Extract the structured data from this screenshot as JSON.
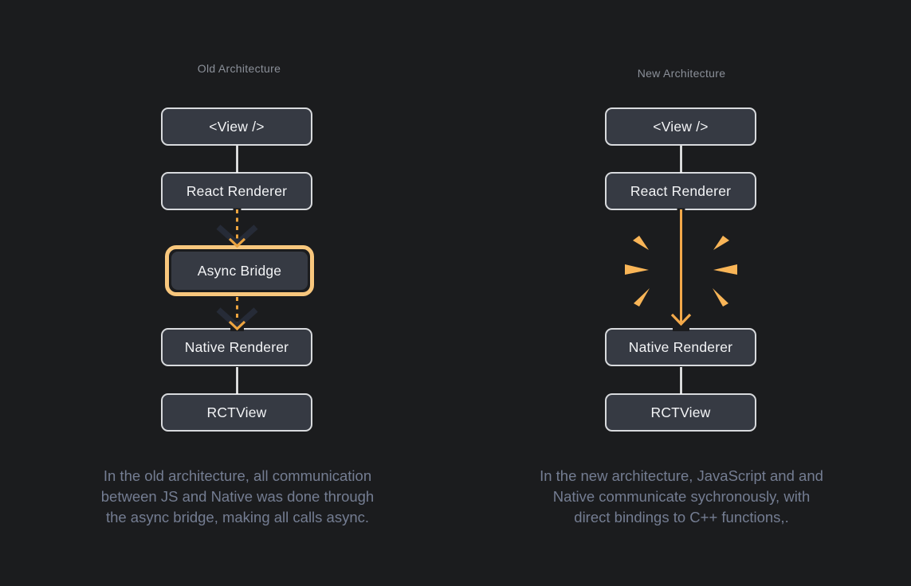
{
  "diagram": {
    "old": {
      "title": "Old Architecture",
      "nodes": [
        {
          "label": "<View />"
        },
        {
          "label": "React Renderer"
        },
        {
          "label": "Async Bridge",
          "highlighted": true
        },
        {
          "label": "Native Renderer"
        },
        {
          "label": "RCTView"
        }
      ],
      "caption": [
        "In the old architecture, all communication",
        "between JS and Native was done through",
        "the async bridge, making all calls async."
      ]
    },
    "new": {
      "title": "New Architecture",
      "nodes": [
        {
          "label": "<View />"
        },
        {
          "label": "React Renderer"
        },
        {
          "label": "Native Renderer"
        },
        {
          "label": "RCTView"
        }
      ],
      "caption": [
        "In the new architecture, JavaScript and and",
        "Native communicate sychronously, with",
        "direct bindings to C++ functions,."
      ]
    },
    "icons": {
      "dashed_async_arrow": "dashed-arrow-down-icon",
      "sync_arrow": "solid-arrow-down-icon",
      "burst": "burst-sparks-icon"
    }
  },
  "colors": {
    "bg": "#1b1c1e",
    "node-fill": "#363a43",
    "node-border": "#d8dadd",
    "node-text": "#f3f4f6",
    "title": "#8b9099",
    "caption": "#747d92",
    "highlight-ring": "#f8c77d",
    "dash-orange": "#eda43f",
    "arrow-orange": "#f3a94a",
    "spark": "#f9b557",
    "chevron-dark": "#262b37",
    "connector-white": "#f7f8f9"
  }
}
